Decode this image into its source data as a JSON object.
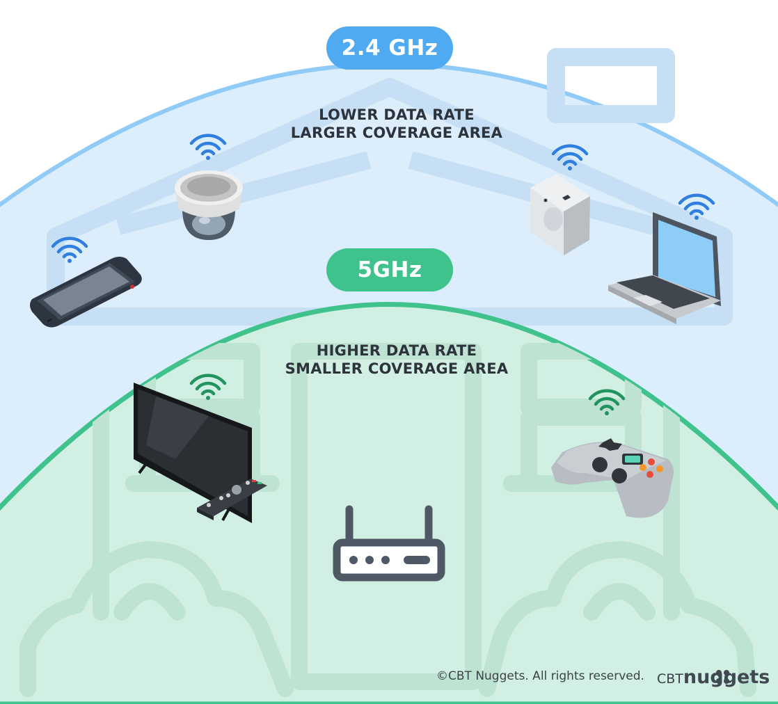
{
  "bands": [
    {
      "label": "2.4 GHz",
      "line1": "LOWER DATA RATE",
      "line2": "LARGER COVERAGE AREA",
      "color": "#4faaf1",
      "fill": "#dcedfb"
    },
    {
      "label": "5GHz",
      "line1": "HIGHER DATA RATE",
      "line2": "SMALLER COVERAGE AREA",
      "color": "#3fc28c",
      "fill": "#d1efe2"
    }
  ],
  "devices_2_4ghz": [
    "smartphone-icon",
    "security-camera-icon",
    "motion-sensor-icon",
    "laptop-icon"
  ],
  "devices_5ghz": [
    "tv-icon",
    "game-controller-icon"
  ],
  "center_device": "router-icon",
  "footer": {
    "copyright": "©CBT Nuggets. All rights reserved.",
    "brand_prefix": "CBT",
    "brand_suffix": "nuggets"
  }
}
